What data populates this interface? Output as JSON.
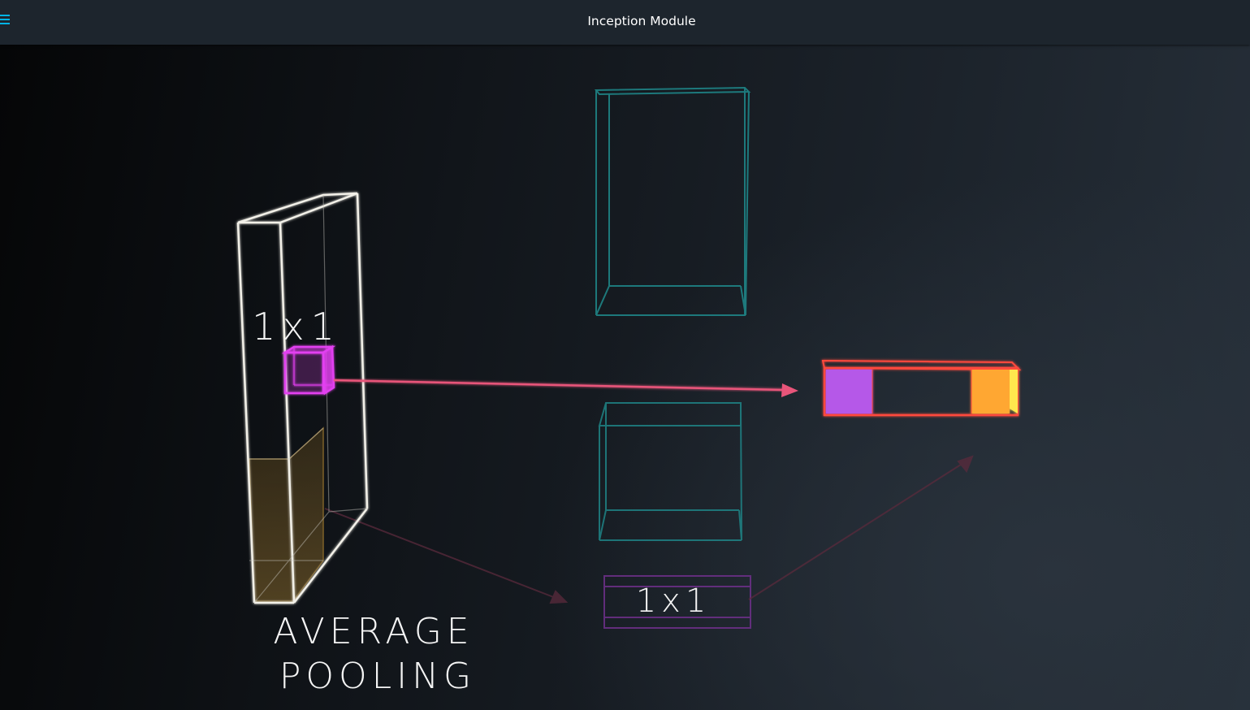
{
  "header": {
    "title": "Inception Module",
    "menu_icon": "hamburger-menu-icon",
    "accent_color": "#02b3e4"
  },
  "video": {
    "kernel_label": "1x1",
    "conv_label": "1x1",
    "pooling_label_line1": "AVERAGE",
    "pooling_label_line2": "POOLING",
    "colors": {
      "input_block": "#f2f0e8",
      "kernel": "#e23ff0",
      "arrow": "#e8557a",
      "conv_blocks": "#1f8a8c",
      "conv_1x1_box": "#6a2f85",
      "output_border": "#ff4a3d",
      "output_purple": "#b558e8",
      "output_orange": "#ffa733",
      "output_yellow": "#ffe84d",
      "pooled_region": "#8a6a2a"
    }
  }
}
